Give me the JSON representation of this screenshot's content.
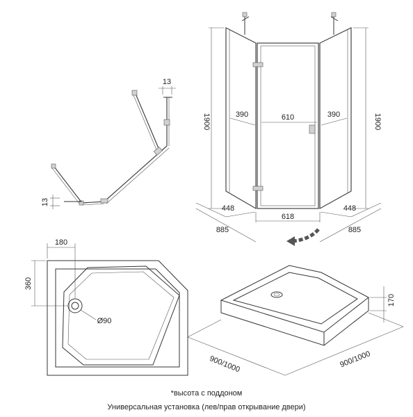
{
  "plan_view": {
    "dim_top": "13",
    "dim_left": "13"
  },
  "front_view": {
    "height_left": "1900",
    "height_right": "1900",
    "door_width": "610",
    "side_left": "390",
    "side_right": "390",
    "bottom_width": "618",
    "depth_left": "448",
    "depth_right": "448",
    "overall_left": "885",
    "overall_right": "885"
  },
  "tray_plan": {
    "drain_offset_x": "180",
    "drain_offset_y": "360",
    "drain_diameter": "Ø90"
  },
  "tray_iso": {
    "height": "170",
    "size_left": "900/1000",
    "size_right": "900/1000"
  },
  "caption": {
    "line1": "*высота с поддоном",
    "line2": "Универсальная установка (лев/прав открывание двери)"
  }
}
